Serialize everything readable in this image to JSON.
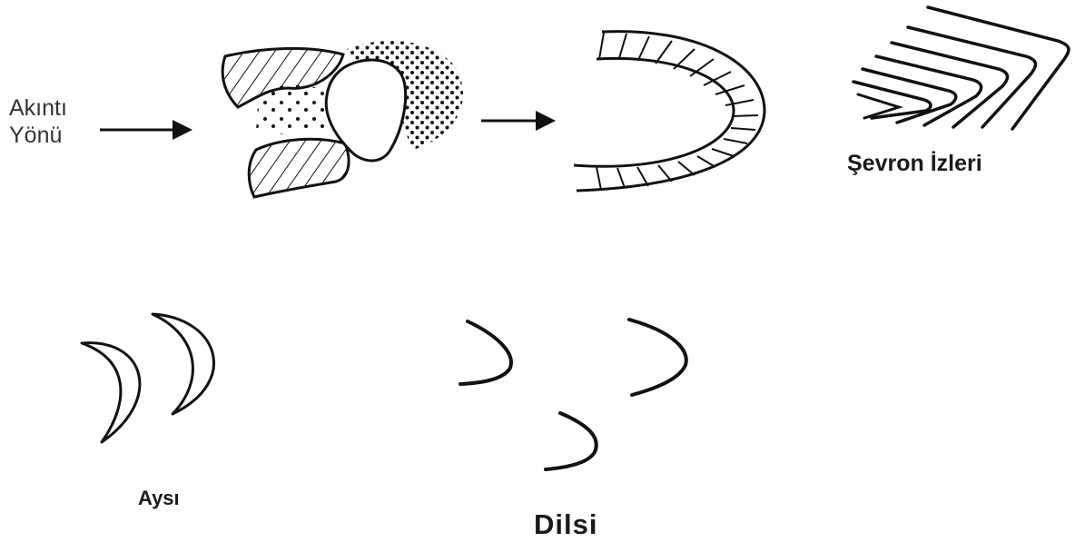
{
  "labels": {
    "flow_direction_line1": "Akıntı",
    "flow_direction_line2": "Yönü",
    "chevron": "Şevron İzleri",
    "crescent": "Aysı",
    "lingoid": "Dilsi"
  }
}
